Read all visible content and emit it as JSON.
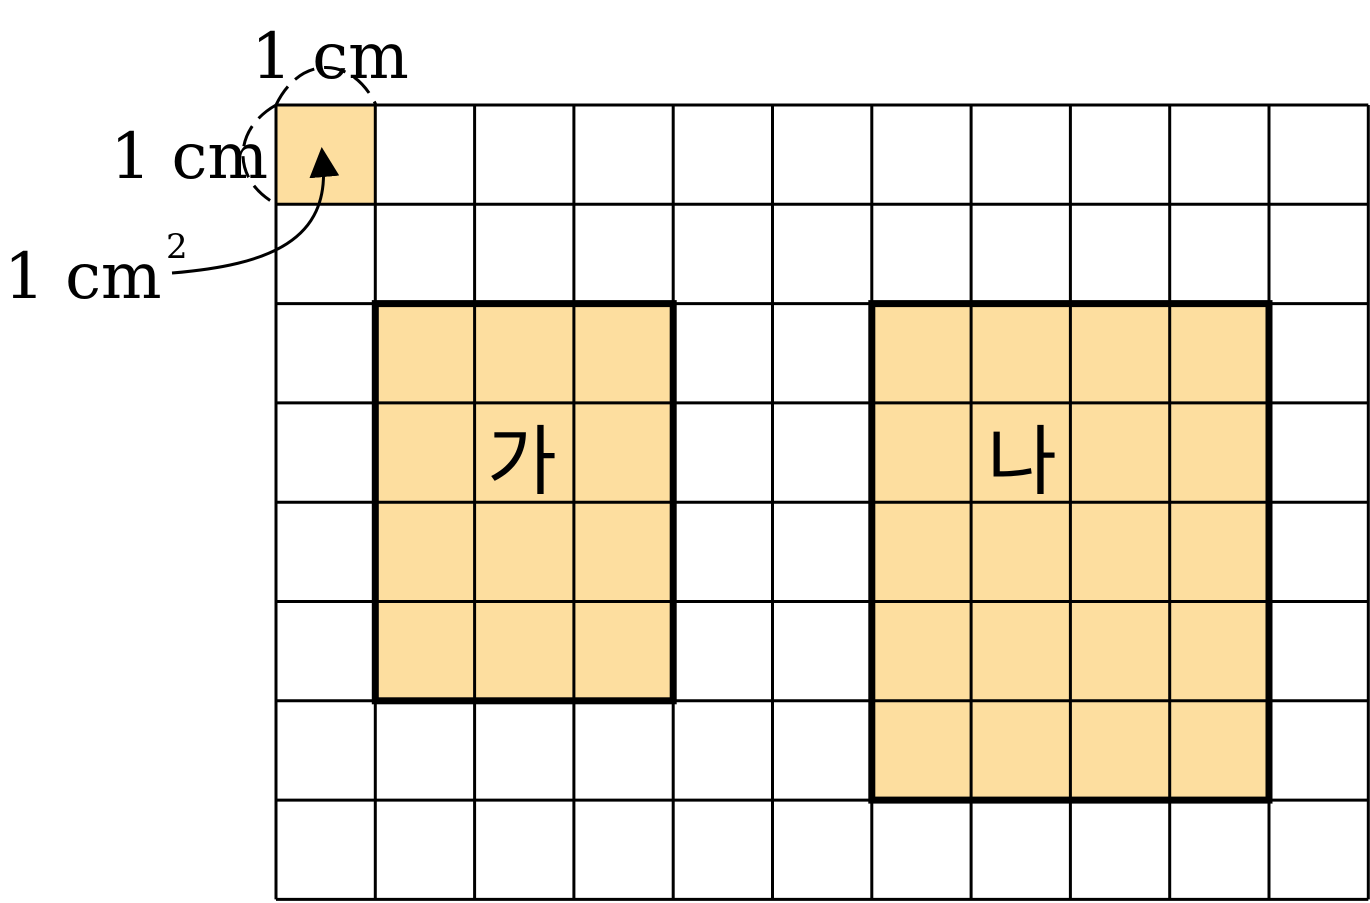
{
  "labels": {
    "top_side": "1 cm",
    "left_side": "1 cm",
    "area": "1 cm",
    "area_exponent": "2",
    "shape_a": "가",
    "shape_b": "나"
  },
  "grid": {
    "columns": 11,
    "rows": 8
  },
  "unit_square": {
    "col": 0,
    "row": 0
  },
  "shapes": [
    {
      "name": "shape-ga",
      "col": 1,
      "row": 2,
      "width": 3,
      "height": 4
    },
    {
      "name": "shape-na",
      "col": 6,
      "row": 2,
      "width": 4,
      "height": 5
    }
  ],
  "colors": {
    "fill": "#fdde9f",
    "line": "#000000",
    "background": "#ffffff"
  }
}
